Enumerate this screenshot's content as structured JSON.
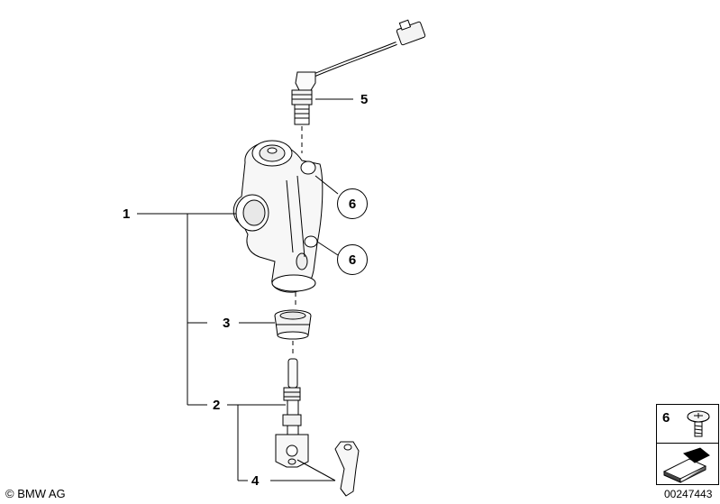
{
  "callouts": {
    "c1": "1",
    "c2": "2",
    "c3": "3",
    "c4": "4",
    "c5": "5",
    "c6a": "6",
    "c6b": "6"
  },
  "legend": {
    "item_number": "6"
  },
  "footer": {
    "copyright": "© BMW AG",
    "diagram_number": "00247443"
  }
}
